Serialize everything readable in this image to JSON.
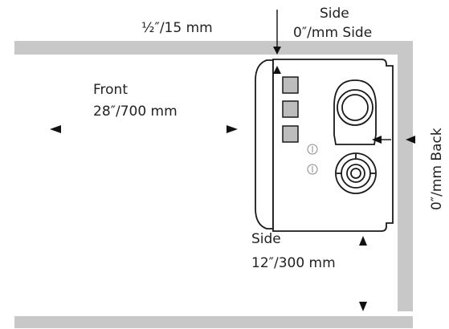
{
  "labels": {
    "top_gap": "½″/15 mm",
    "side_top_line1": "Side",
    "side_top_line2": "0″/mm Side",
    "front_line1": "Front",
    "front_line2": "28″/700 mm",
    "side_bottom_line1": "Side",
    "side_bottom_line2": "12″/300 mm",
    "back": "0″/mm Back"
  },
  "colors": {
    "wall": "#c8c8c8",
    "outline": "#1a1a1a",
    "arrow": "#111111",
    "button": "#bdbdbd"
  }
}
